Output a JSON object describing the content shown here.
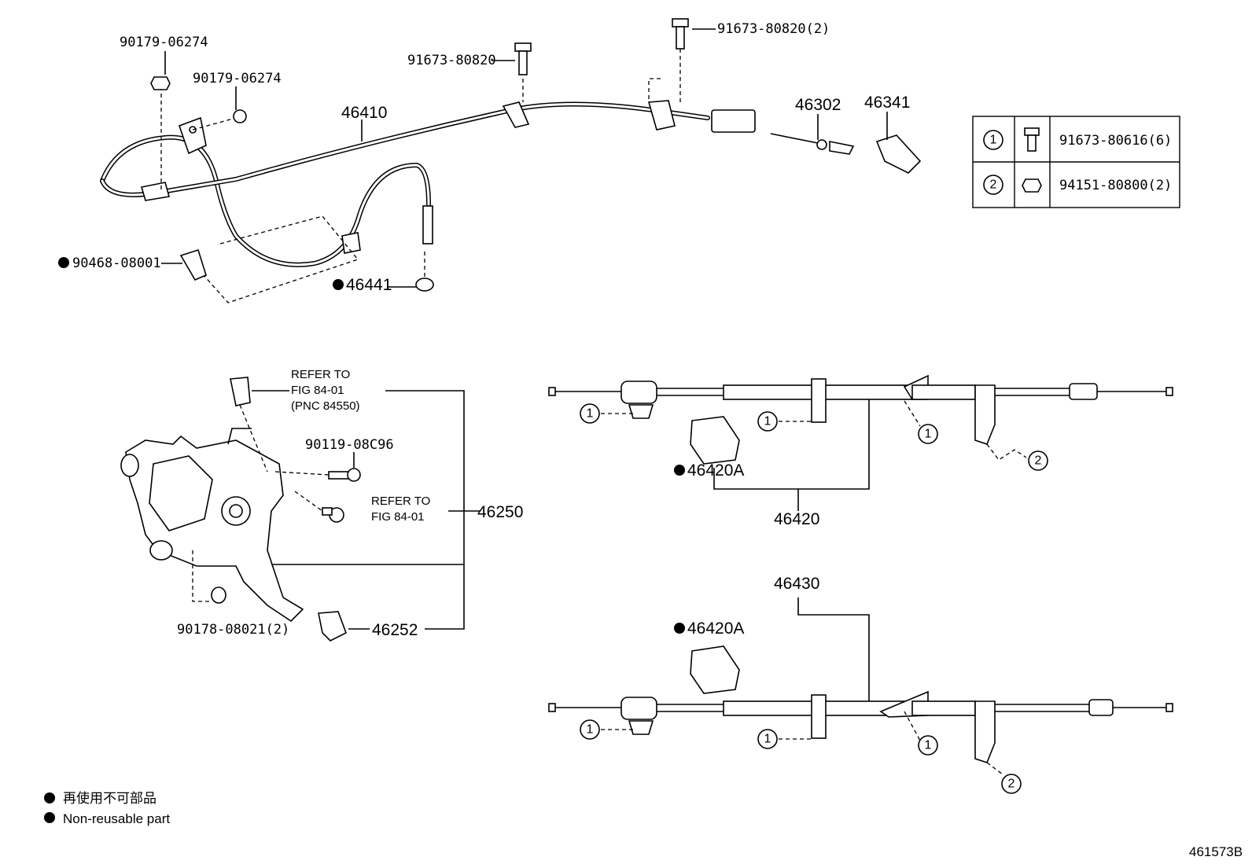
{
  "top_assembly": {
    "cable_label": "46410",
    "bolt_left_top": "90179-06274",
    "bolt_left_nut": "90179-06274",
    "bolt_mid": "91673-80820",
    "bolt_right": "91673-80820(2)",
    "clip_left": "90468-08001",
    "grommet": "46441",
    "rod": "46302",
    "clamp": "46341"
  },
  "fastener_table": {
    "rows": [
      {
        "ref": "1",
        "icon": "bolt-icon",
        "part": "91673-80616(6)"
      },
      {
        "ref": "2",
        "icon": "nut-icon",
        "part": "94151-80800(2)"
      }
    ]
  },
  "pedal_assembly": {
    "refer_to_1_line1": "REFER TO",
    "refer_to_1_line2": "FIG 84-01",
    "refer_to_1_line3": "(PNC 84550)",
    "bolt_a": "90119-08C96",
    "refer_to_2_line1": "REFER TO",
    "refer_to_2_line2": "FIG 84-01",
    "assembly": "46250",
    "nut": "90178-08021(2)",
    "pad": "46252"
  },
  "cable_rh": {
    "assembly": "46420",
    "clamp": "46420A",
    "refs": [
      "1",
      "1",
      "1",
      "2"
    ]
  },
  "cable_lh": {
    "assembly": "46430",
    "clamp": "46420A",
    "refs": [
      "1",
      "1",
      "1",
      "2"
    ]
  },
  "legend": {
    "jp": "再使用不可部品",
    "en": "Non-reusable part"
  },
  "figure_id": "461573B"
}
